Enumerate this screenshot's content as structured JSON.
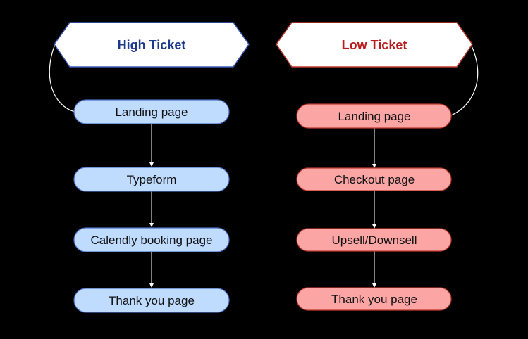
{
  "colors": {
    "background": "#000000",
    "high_header_text": "#1e3a8a",
    "high_header_border": "#3b5cb8",
    "high_node_fill": "#bfdbfe",
    "high_node_border": "#4a6fc4",
    "low_header_text": "#b91c1c",
    "low_header_border": "#c0392b",
    "low_node_fill": "#fca5a5",
    "low_node_border": "#c0392b",
    "connector": "#ffffff"
  },
  "high": {
    "title": "High Ticket",
    "steps": [
      "Landing page",
      "Typeform",
      "Calendly booking page",
      "Thank you page"
    ]
  },
  "low": {
    "title": "Low Ticket",
    "steps": [
      "Landing page",
      "Checkout page",
      "Upsell/Downsell",
      "Thank you page"
    ]
  }
}
